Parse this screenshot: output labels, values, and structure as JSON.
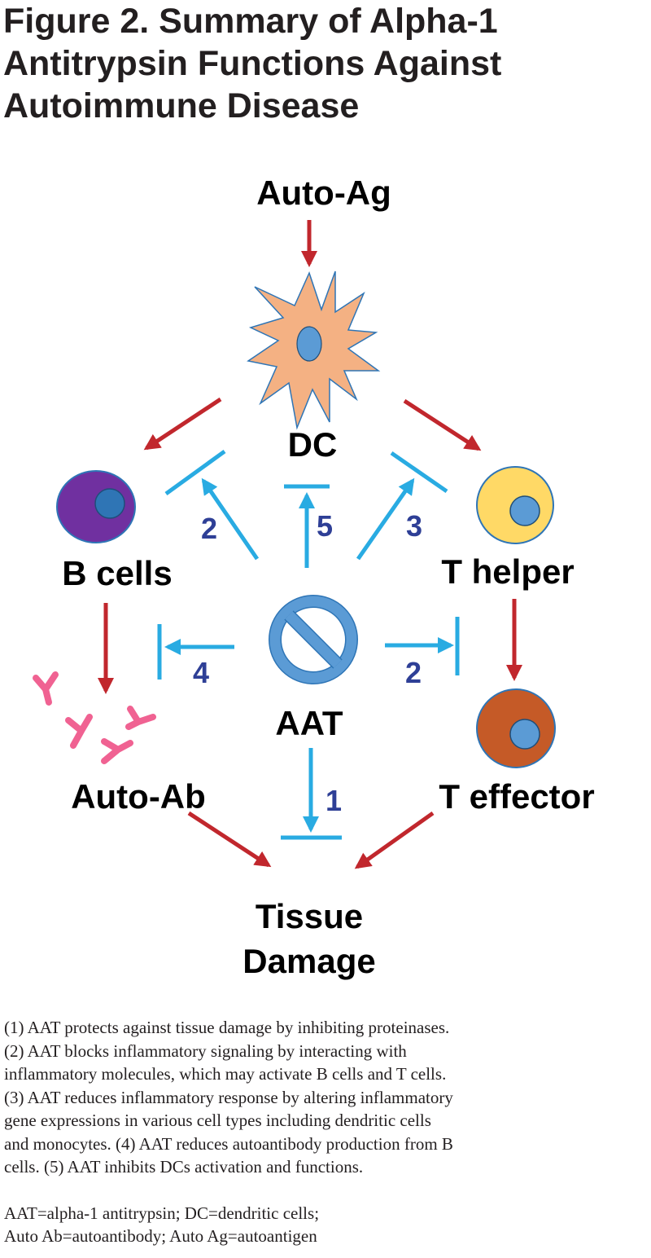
{
  "title": {
    "line1": "Figure 2. Summary of Alpha-1",
    "line2": "Antitrypsin Functions Against",
    "line3": "Autoimmune Disease"
  },
  "diagram": {
    "nodes": {
      "auto_ag": "Auto-Ag",
      "dc": "DC",
      "b_cells": "B cells",
      "t_helper": "T helper",
      "aat": "AAT",
      "auto_ab": "Auto-Ab",
      "t_effector": "T effector",
      "tissue_damage_line1": "Tissue",
      "tissue_damage_line2": "Damage"
    },
    "inhibition_numbers": {
      "aat_to_b_activation": "2",
      "aat_to_dc": "5",
      "aat_to_t_activation": "3",
      "aat_to_b_cells": "4",
      "aat_to_t_effector": "2",
      "aat_to_tissue_damage": "1"
    },
    "colors": {
      "activation_arrow": "#c1272d",
      "inhibition_arrow": "#29abe2",
      "number_text": "#2e3f96",
      "dc_fill": "#f4b183",
      "nucleus": "#5b9bd5",
      "b_cell_fill": "#7030a0",
      "t_helper_fill": "#ffd966",
      "t_effector_fill": "#c55a27",
      "antibody": "#f06292",
      "aat_symbol": "#5b9bd5"
    }
  },
  "caption": {
    "line1": "(1) AAT protects against tissue damage by inhibiting proteinases.",
    "line2": "(2) AAT blocks inflammatory signaling by interacting with",
    "line3": "inflammatory molecules, which may activate B cells and T cells.",
    "line4": "(3) AAT reduces inflammatory response by altering inflammatory",
    "line5": "gene expressions in various cell types including dendritic cells",
    "line6": "and monocytes. (4) AAT reduces autoantibody production from B",
    "line7": "cells. (5) AAT inhibits DCs activation and functions.",
    "abbrev_line1": "AAT=alpha-1 antitrypsin; DC=dendritic cells;",
    "abbrev_line2": "Auto Ab=autoantibody; Auto Ag=autoantigen"
  }
}
